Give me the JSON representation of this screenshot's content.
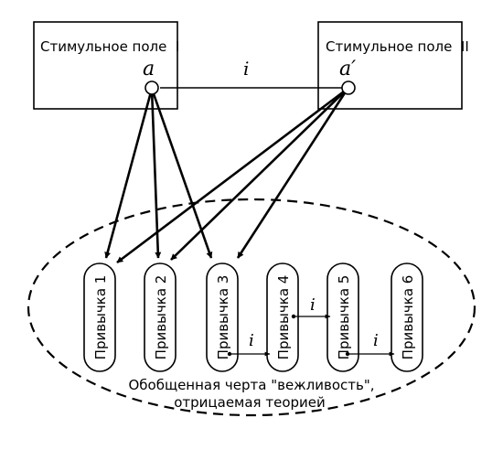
{
  "stimulus_fields": [
    {
      "label": "Стимульное поле  I",
      "point_label": "a"
    },
    {
      "label": "Стимульное поле  II",
      "point_label": "a′"
    }
  ],
  "link_label": "i",
  "habits": [
    {
      "label": "Привычка 1"
    },
    {
      "label": "Привычка 2"
    },
    {
      "label": "Привычка 3"
    },
    {
      "label": "Привычка 4"
    },
    {
      "label": "Привычка 5"
    },
    {
      "label": "Привычка 6"
    }
  ],
  "habit_link_labels": [
    "i",
    "i",
    "i"
  ],
  "caption": {
    "line1": "Обобщенная черта \"вежливость\",",
    "line2": "отрицаемая теорией"
  },
  "colors": {
    "ink": "#000000",
    "background": "#ffffff"
  }
}
